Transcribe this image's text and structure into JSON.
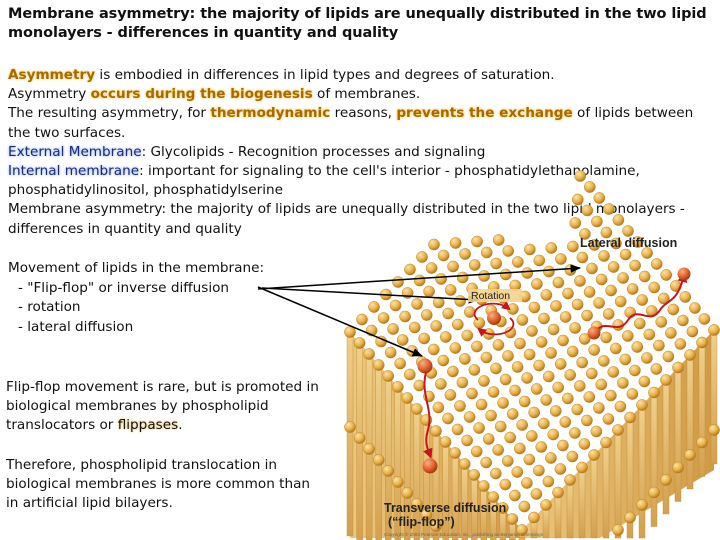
{
  "title": "Membrane asymmetry: the majority of lipids are unequally distributed in the two lipid monolayers - differences in quantity and quality",
  "paragraphs": {
    "p1": {
      "hl": "Asymmetry",
      "rest": " is embodied in differences in lipid types and degrees of saturation."
    },
    "p2": {
      "pre": "Asymmetry ",
      "hl": "occurs during the biogenesis",
      "rest": " of membranes."
    },
    "p3": {
      "pre": "The resulting asymmetry, for ",
      "hl1": "thermodynamic",
      "mid": " reasons, ",
      "hl2": "prevents the exchange",
      "rest": " of lipids between the two surfaces."
    },
    "p4": {
      "hl": "External Membrane",
      "rest": ": Glycolipids - Recognition processes and signaling"
    },
    "p5": {
      "hl": "Internal membrane",
      "rest": ": important for signaling to the cell's interior - phosphatidylethanolamine, phosphatidylinositol, phosphatidylserine"
    },
    "p6": {
      "text": "Membrane asymmetry: the majority of lipids are unequally distributed in the two lipid monolayers - differences in quantity and quality"
    }
  },
  "movement": {
    "heading": "Movement of lipids in the membrane:",
    "items": [
      "- \"Flip-flop\" or inverse diffusion",
      "- rotation",
      "- lateral diffusion"
    ]
  },
  "flipflop": {
    "pre": "Flip-flop movement is rare, but is promoted in biological membranes by phospholipid translocators or ",
    "hl": "flippases",
    "post": "."
  },
  "therefore": "Therefore, phospholipid translocation in biological membranes is more common than in artificial lipid bilayers.",
  "figure": {
    "label_lateral": "Lateral diffusion",
    "label_rotation": "Rotation",
    "label_transverse": "Transverse diffusion",
    "label_flipflop": "(“flip-flop”)",
    "copyright": "Copyright © 2004 Pearson Education, Inc., publishing as Benjamin Cummings",
    "colors": {
      "head": "#e9b24a",
      "head_highlight": "#e2622b",
      "tail": "#d9a64c",
      "arrow": "#c8151b"
    }
  }
}
